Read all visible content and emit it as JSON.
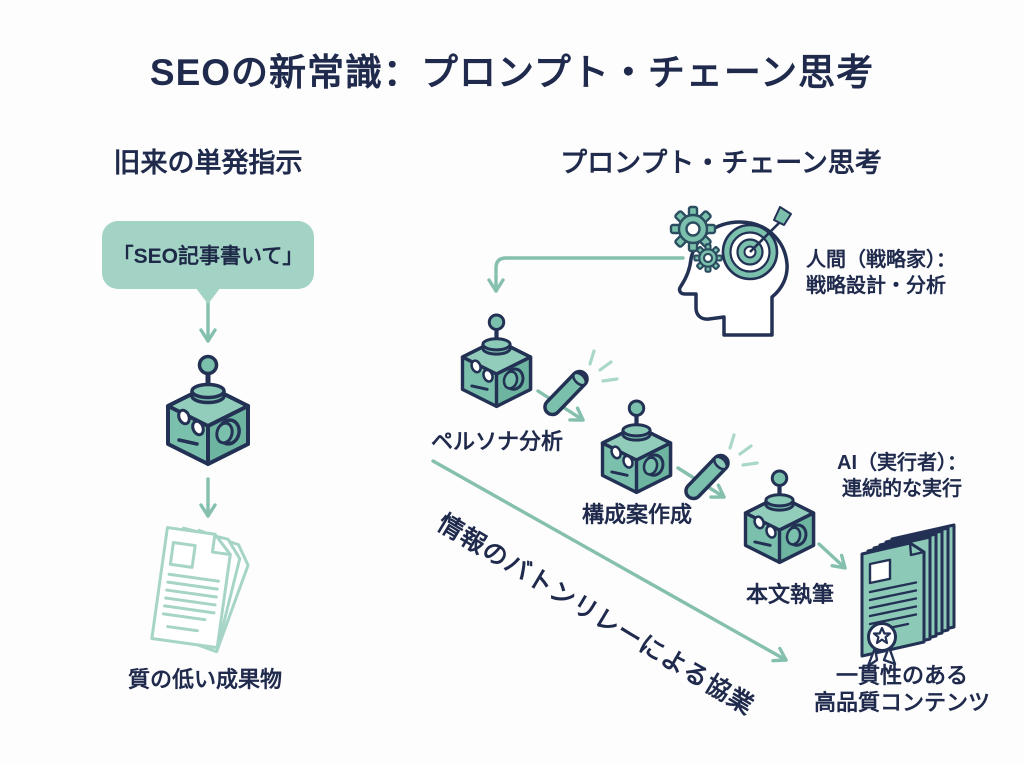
{
  "title": "SEOの新常識：プロンプト・チェーン思考",
  "left_column": {
    "heading": "旧来の単発指示",
    "prompt_bubble": "「SEO記事書いて」",
    "output_label": "質の低い成果物"
  },
  "right_column": {
    "heading": "プロンプト・チェーン思考",
    "human_role": {
      "line1": "人間（戦略家）：",
      "line2": "戦略設計・分析"
    },
    "ai_role": {
      "line1": "AI（実行者）：",
      "line2": "連続的な実行"
    },
    "steps": [
      "ペルソナ分析",
      "構成案作成",
      "本文執筆"
    ],
    "relay_label": "情報のバトンリレーによる協業",
    "output_label": {
      "line1": "一貫性のある",
      "line2": "高品質コンテンツ"
    }
  },
  "colors": {
    "navy_text": "#1f2a4c",
    "outline_navy": "#233154",
    "teal_fill": "#7bc0ac",
    "teal_bubble": "#a2d3c5",
    "teal_arrow": "#85bfae",
    "teal_doc_outline": "#a6d5c7",
    "background": "#fdfdfd"
  }
}
